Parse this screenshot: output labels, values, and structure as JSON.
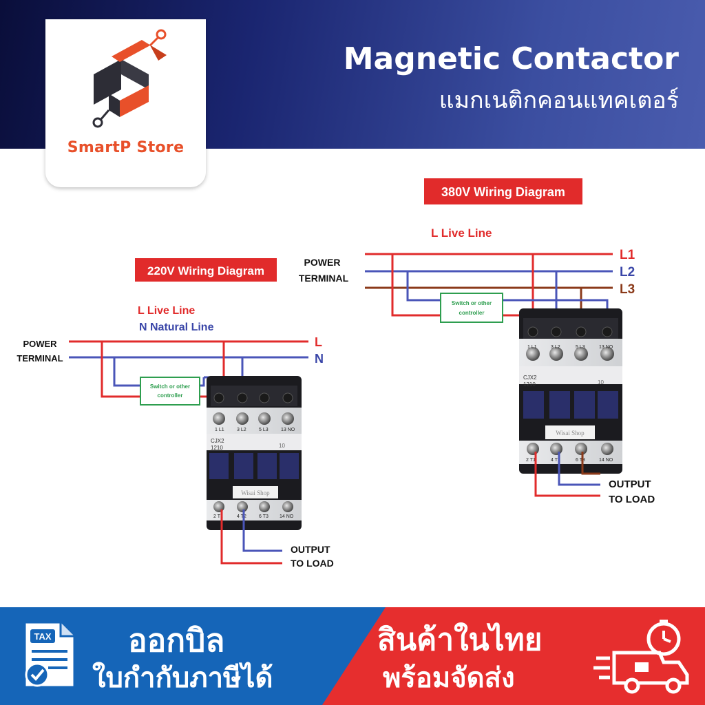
{
  "brand": {
    "name": "SmartP Store",
    "color": "#e8502a"
  },
  "header": {
    "title_en": "Magnetic Contactor",
    "title_th": "แมกเนติกคอนแทคเตอร์"
  },
  "diagram_220": {
    "badge": "220V Wiring Diagram",
    "legend_l": "L  Live Line",
    "legend_n": "N Natural Line",
    "power_terminal_1": "POWER",
    "power_terminal_2": "TERMINAL",
    "line_l": "L",
    "line_n": "N",
    "switch_1": "Switch or other",
    "switch_2": "controller",
    "top_terminals": [
      "1 L1",
      "3 L2",
      "5 L3",
      "13 NO"
    ],
    "model_1": "CJX2",
    "model_2": "1210",
    "model_3": "10",
    "shop": "Wisai Shop",
    "bottom_terminals": [
      "2 T1",
      "4 T2",
      "6 T3",
      "14 NO"
    ],
    "output_1": "OUTPUT",
    "output_2": "TO LOAD"
  },
  "diagram_380": {
    "badge": "380V Wiring Diagram",
    "legend_l": "L  Live Line",
    "power_terminal_1": "POWER",
    "power_terminal_2": "TERMINAL",
    "line_l1": "L1",
    "line_l2": "L2",
    "line_l3": "L3",
    "switch_1": "Switch or other",
    "switch_2": "controller",
    "top_terminals": [
      "1 L1",
      "3 L2",
      "5 L3",
      "13 NO"
    ],
    "model_1": "CJX2",
    "model_2": "1210",
    "model_3": "10",
    "shop": "Wisai Shop",
    "bottom_terminals": [
      "2 T1",
      "4 T2",
      "6 T3",
      "14 NO"
    ],
    "output_1": "OUTPUT",
    "output_2": "TO LOAD"
  },
  "footer": {
    "left_line1": "ออกบิล",
    "left_line2": "ใบกำกับภาษีได้",
    "right_line1": "สินค้าในไทย",
    "right_line2": "พร้อมจัดส่ง",
    "tax_icon_label": "TAX"
  },
  "colors": {
    "red": "#e12b2b",
    "blue": "#4a55b8",
    "brown": "#8b3a1a",
    "green": "#2e9e4f",
    "footer_blue": "#1565b8",
    "footer_red": "#e62e2e"
  }
}
